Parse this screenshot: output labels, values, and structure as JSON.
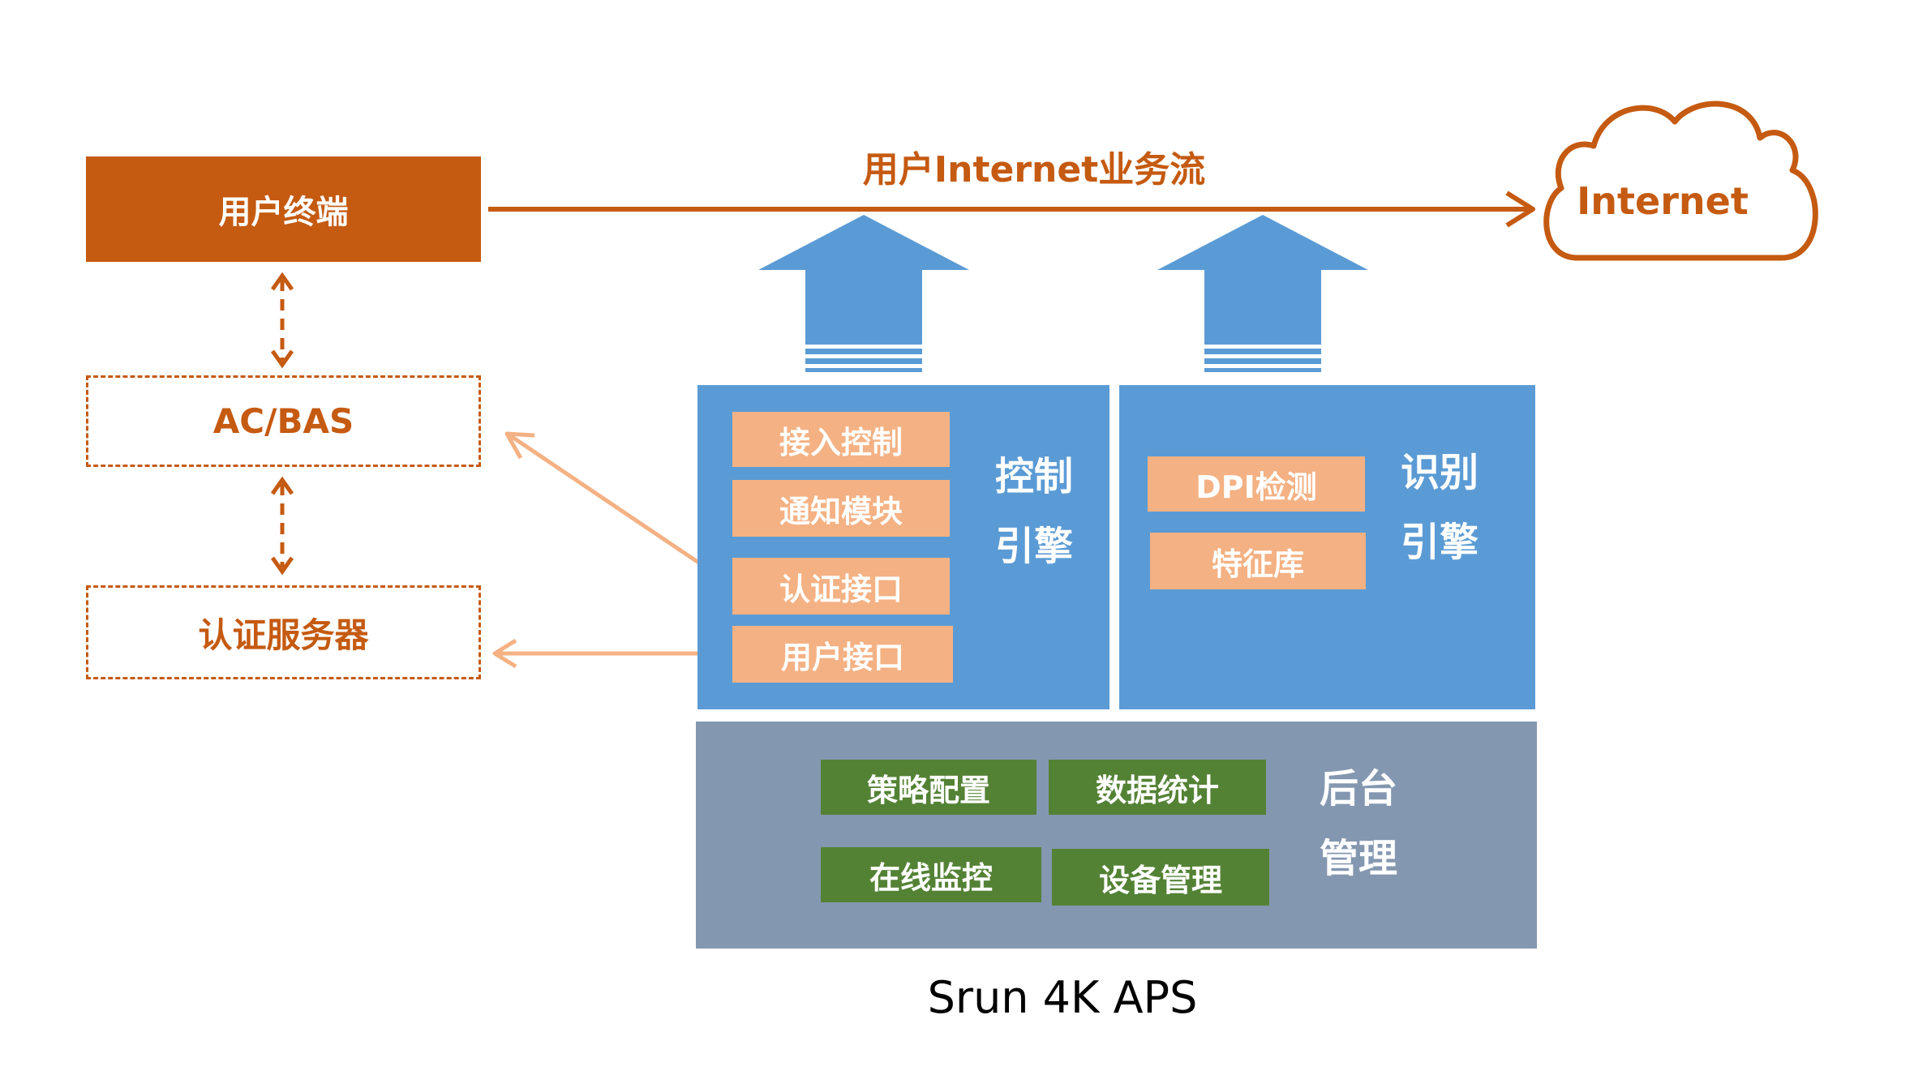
{
  "flow_title": "用户Internet业务流",
  "internet_label": "Internet",
  "left_column": {
    "terminal": "用户终端",
    "ac_bas": "AC/BAS",
    "auth_server": "认证服务器"
  },
  "control_engine": {
    "modules": [
      "接入控制",
      "通知模块",
      "认证接口",
      "用户接口"
    ],
    "label_line1": "控制",
    "label_line2": "引擎"
  },
  "identify_engine": {
    "modules": [
      "DPI检测",
      "特征库"
    ],
    "label_line1": "识别",
    "label_line2": "引擎"
  },
  "backend": {
    "modules": [
      "策略配置",
      "数据统计",
      "在线监控",
      "设备管理"
    ],
    "label_line1": "后台",
    "label_line2": "管理"
  },
  "caption": "Srun 4K APS",
  "colors": {
    "orange_dark": "#c55a11",
    "orange_light": "#f4b183",
    "blue_panel": "#5b9bd5",
    "gray_panel": "#8497b0",
    "green_box": "#548235"
  }
}
